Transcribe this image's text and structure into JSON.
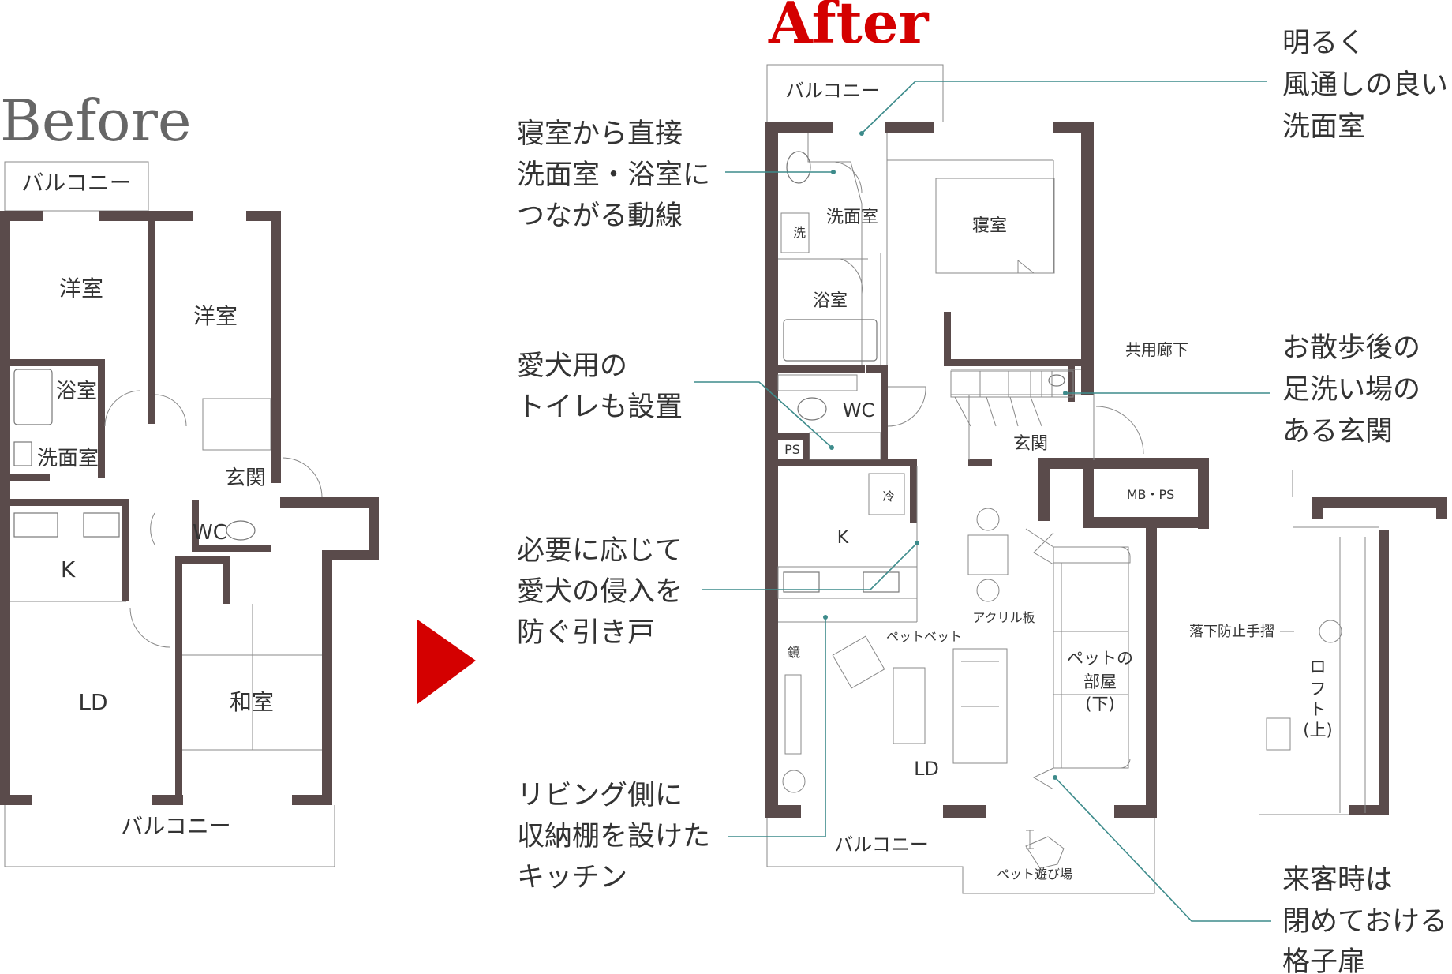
{
  "before": {
    "heading": "Before",
    "rooms": {
      "balcony_top": "バルコニー",
      "western_1": "洋室",
      "western_2": "洋室",
      "bath": "浴室",
      "washroom": "洗面室",
      "entrance": "玄関",
      "wc": "WC",
      "kitchen": "K",
      "ld": "LD",
      "japanese": "和室",
      "balcony_bottom": "バルコニー"
    }
  },
  "after": {
    "heading": "After",
    "rooms": {
      "balcony_top": "バルコニー",
      "washroom": "洗面室",
      "wash": "洗",
      "bath": "浴室",
      "bedroom": "寝室",
      "wc": "WC",
      "ps": "PS",
      "entrance": "玄関",
      "corridor": "共用廊下",
      "mbps": "MB・PS",
      "fridge": "冷",
      "kitchen": "K",
      "acrylic": "アクリル板",
      "pet_bed": "ペットベット",
      "mirror": "鏡",
      "pet_room": [
        "ペットの",
        "部屋",
        "(下)"
      ],
      "ld": "LD",
      "balcony_bottom": "バルコニー",
      "pet_play": "ペット遊び場",
      "fall_rail": "落下防止手摺",
      "loft": [
        "ロ",
        "フ",
        "ト",
        "(上)"
      ]
    }
  },
  "callouts": {
    "wash_bright": [
      "明るく",
      "風通しの良い",
      "洗面室"
    ],
    "bedroom_path": [
      "寝室から直接",
      "洗面室・浴室に",
      "つながる動線"
    ],
    "dog_toilet": [
      "愛犬用の",
      "トイレも設置"
    ],
    "foot_wash": [
      "お散歩後の",
      "足洗い場の",
      "ある玄関"
    ],
    "sliding_door": [
      "必要に応じて",
      "愛犬の侵入を",
      "防ぐ引き戸"
    ],
    "kitchen_shelf": [
      "リビング側に",
      "収納棚を設けた",
      "キッチン"
    ],
    "lattice_door": [
      "来客時は",
      "閉めておける",
      "格子扉"
    ]
  },
  "colors": {
    "wall": "#5a4b4b",
    "accent": "#d40000",
    "callout_line": "#3d8b8b"
  }
}
